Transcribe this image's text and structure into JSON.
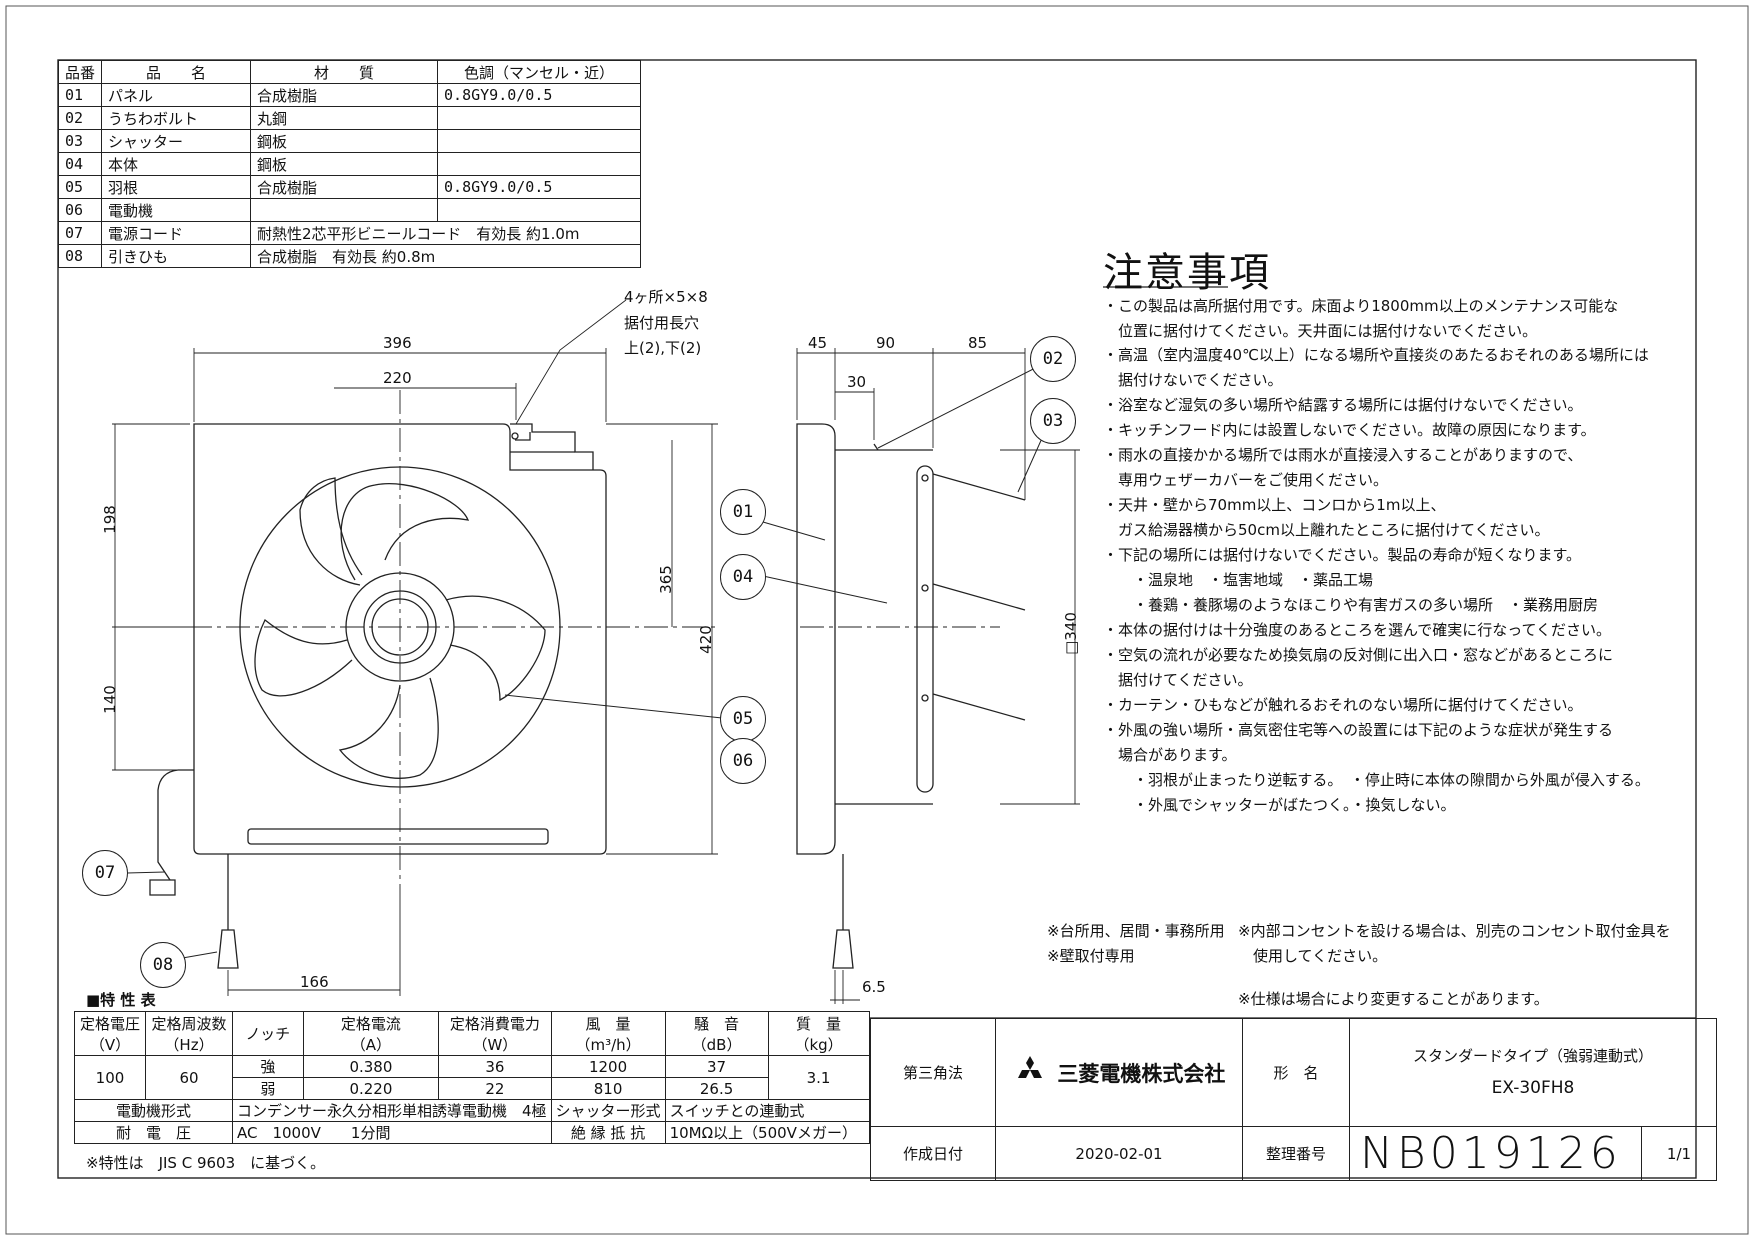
{
  "parts_table": {
    "headers": [
      "品番",
      "品　　名",
      "材　　質",
      "色調（マンセル・近）"
    ],
    "rows": [
      [
        "01",
        "パネル",
        "合成樹脂",
        "0.8GY9.0/0.5"
      ],
      [
        "02",
        "うちわボルト",
        "丸鋼",
        ""
      ],
      [
        "03",
        "シャッター",
        "鋼板",
        ""
      ],
      [
        "04",
        "本体",
        "鋼板",
        ""
      ],
      [
        "05",
        "羽根",
        "合成樹脂",
        "0.8GY9.0/0.5"
      ],
      [
        "06",
        "電動機",
        "",
        ""
      ],
      [
        "07",
        "電源コード",
        "耐熱性2芯平形ビニールコード　有効長 約1.0m",
        ""
      ],
      [
        "08",
        "引きひも",
        "合成樹脂　有効長 約0.8m",
        ""
      ]
    ]
  },
  "dimensions": {
    "d396": "396",
    "d220": "220",
    "d198": "198",
    "d140": "140",
    "d365": "365",
    "d420": "420",
    "d166": "166",
    "d45": "45",
    "d90": "90",
    "d85": "85",
    "d30": "30",
    "d340": "□340",
    "d6_5": "6.5",
    "hole_note_1": "4ヶ所×5×8",
    "hole_note_2": "据付用長穴",
    "hole_note_3": "上(2),下(2)"
  },
  "callouts": [
    "01",
    "02",
    "03",
    "04",
    "05",
    "06",
    "07",
    "08"
  ],
  "notes": {
    "title": "注意事項",
    "lines": [
      "・この製品は高所据付用です。床面より1800mm以上のメンテナンス可能な",
      "　位置に据付けてください。天井面には据付けないでください。",
      "・高温（室内温度40℃以上）になる場所や直接炎のあたるおそれのある場所には",
      "　据付けないでください。",
      "・浴室など湿気の多い場所や結露する場所には据付けないでください。",
      "・キッチンフード内には設置しないでください。故障の原因になります。",
      "・雨水の直接かかる場所では雨水が直接浸入することがありますので、",
      "　専用ウェザーカバーをご使用ください。",
      "・天井・壁から70mm以上、コンロから1m以上、",
      "　ガス給湯器横から50cm以上離れたところに据付けてください。",
      "・下記の場所には据付けないでください。製品の寿命が短くなります。",
      "　　・温泉地　・塩害地域　・薬品工場",
      "　　・養鶏・養豚場のようなほこりや有害ガスの多い場所　・業務用厨房",
      "・本体の据付けは十分強度のあるところを選んで確実に行なってください。",
      "・空気の流れが必要なため換気扇の反対側に出入口・窓などがあるところに",
      "　据付けてください。",
      "・カーテン・ひもなどが触れるおそれのない場所に据付けてください。",
      "・外風の強い場所・高気密住宅等への設置には下記のような症状が発生する",
      "　場合があります。",
      "　　・羽根が止まったり逆転する。　・停止時に本体の隙間から外風が侵入する。",
      "　　・外風でシャッターがばたつく。・換気しない。"
    ]
  },
  "usage_notes": {
    "left_1": "※台所用、居間・事務所用",
    "left_2": "※壁取付専用",
    "right_1": "※内部コンセントを設ける場合は、別売のコンセント取付金具を",
    "right_2": "　使用してください。",
    "spec_change": "※仕様は場合により変更することがあります。"
  },
  "spec_table": {
    "title": "■特 性 表",
    "headers": [
      "定格電圧\n（V）",
      "定格周波数\n（Hz）",
      "ノッチ",
      "定格電流\n（A）",
      "定格消費電力\n（W）",
      "風　量\n（m³/h）",
      "騒　音\n（dB）",
      "質　量\n（kg）"
    ],
    "voltage": "100",
    "frequency": "60",
    "rows": [
      {
        "notch": "強",
        "current": "0.380",
        "power": "36",
        "airflow": "1200",
        "noise": "37"
      },
      {
        "notch": "弱",
        "current": "0.220",
        "power": "22",
        "airflow": "810",
        "noise": "26.5"
      }
    ],
    "mass": "3.1",
    "motor_label": "電動機形式",
    "motor_value": "コンデンサー永久分相形単相誘導電動機　4極",
    "shutter_label": "シャッター形式",
    "shutter_value": "スイッチとの連動式",
    "withstand_label": "耐　電　圧",
    "withstand_value": "AC　1000V　　1分間",
    "insulation_label": "絶 縁 抵 抗",
    "insulation_value": "10MΩ以上（500Vメガー）",
    "footnote": "※特性は　JIS C 9603　に基づく。"
  },
  "title_block": {
    "projection": "第三角法",
    "company": "三菱電機株式会社",
    "model_label": "形　名",
    "product_type": "スタンダードタイプ（強弱連動式）",
    "model": "EX-30FH8",
    "date_label": "作成日付",
    "date": "2020-02-01",
    "doc_no_label": "整理番号",
    "doc_no": "NB019126",
    "page": "1/1"
  }
}
